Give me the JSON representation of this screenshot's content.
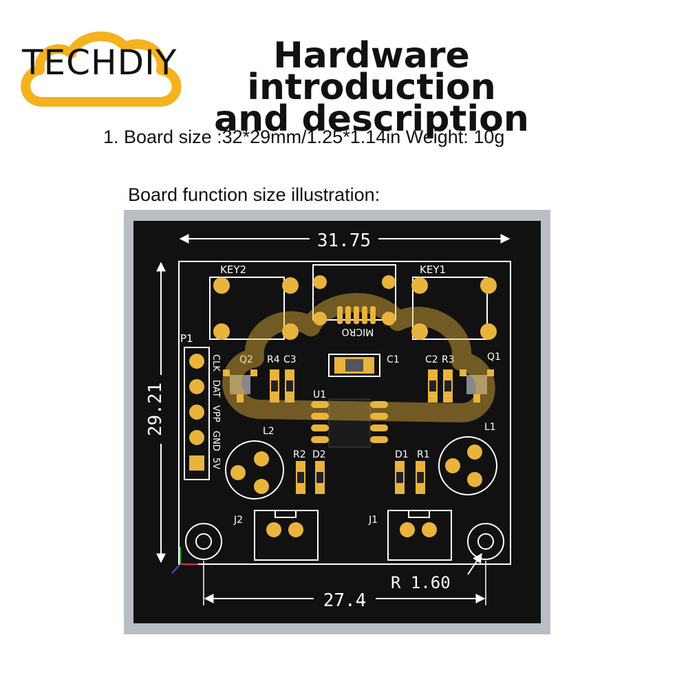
{
  "brand": {
    "name": "TECHDIY",
    "accent": "#f5b21f"
  },
  "heading": {
    "line1": "Hardware introduction",
    "line2": "and description"
  },
  "spec": "1. Board size :32*29mm/1.25*1.14in  Weight: 10g",
  "illustration_label": "Board function size illustration:",
  "board": {
    "colors": {
      "frame": "#b9bec5",
      "pcb": "#111111",
      "silk": "#ffffff",
      "pad": "#e8b43c",
      "hole": "#f4f4f4"
    },
    "dims": {
      "width": "31.75",
      "height": "29.21",
      "holes": "27.4",
      "radius": "R 1.60"
    },
    "labels": {
      "key2": "KEY2",
      "key1": "KEY1",
      "micro": "MICRO",
      "p1": "P1",
      "q2": "Q2",
      "r4": "R4",
      "c3": "C3",
      "c1": "C1",
      "c2": "C2",
      "r3": "R3",
      "q1": "Q1",
      "u1": "U1",
      "l2": "L2",
      "l1": "L1",
      "r2": "R2",
      "d2": "D2",
      "d1": "D1",
      "r1": "R1",
      "j2": "J2",
      "j1": "J1",
      "pins": [
        "CLK",
        "DAT",
        "VPP",
        "GND",
        "5V"
      ]
    }
  }
}
